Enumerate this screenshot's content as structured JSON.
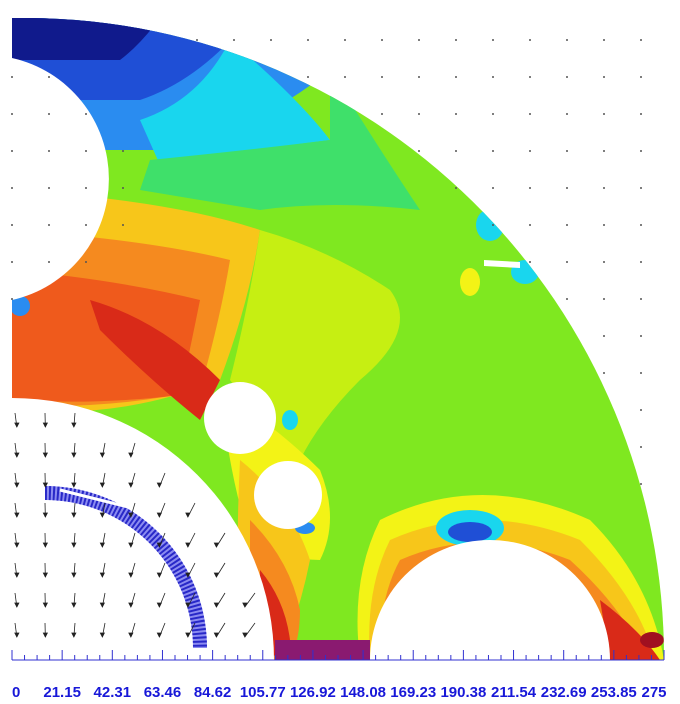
{
  "figure": {
    "type": "fem-contour-plot",
    "colormap": [
      "#101a8c",
      "#1f4fd6",
      "#2a8cf0",
      "#19d6ee",
      "#3fe06a",
      "#7fe820",
      "#c6ef12",
      "#f3f316",
      "#f7c61a",
      "#f58a1f",
      "#ef5a1c",
      "#d92a18",
      "#a01020"
    ],
    "axis": {
      "ticks": [
        "0",
        "21.15",
        "42.31",
        "63.46",
        "84.62",
        "105.77",
        "126.92",
        "148.08",
        "169.23",
        "190.38",
        "211.54",
        "232.69",
        "253.85",
        "275"
      ],
      "range": [
        0,
        275
      ]
    }
  }
}
